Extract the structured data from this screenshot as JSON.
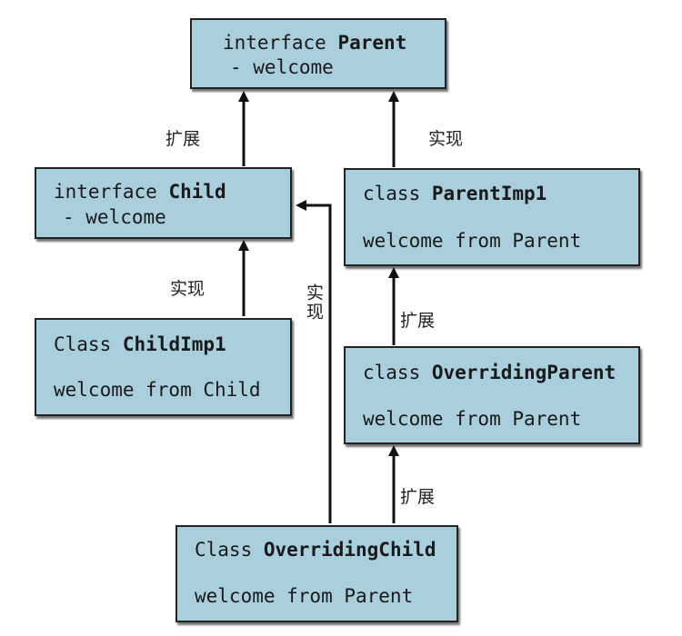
{
  "colors": {
    "box_fill": "#a9cedc",
    "border": "#222222",
    "line": "#111111"
  },
  "boxes": {
    "parent": {
      "kind": "interface",
      "name": "Parent",
      "member": "- welcome"
    },
    "child": {
      "kind": "interface",
      "name": "Child",
      "member": "- welcome"
    },
    "parent_impl": {
      "kind": "class",
      "name": "ParentImp1",
      "message": "welcome from Parent"
    },
    "child_impl": {
      "kind": "Class",
      "name": "ChildImp1",
      "message": "welcome from Child"
    },
    "overriding_parent": {
      "kind": "class",
      "name": "OverridingParent",
      "message": "welcome from Parent"
    },
    "overriding_child": {
      "kind": "Class",
      "name": "OverridingChild",
      "message": "welcome from Parent"
    }
  },
  "edge_labels": {
    "child_extends_parent": "扩展",
    "parentimpl_implements_parent": "实现",
    "childimpl_implements_child": "实现",
    "overridingchild_implements_child": "实现",
    "overridingparent_extends_parentimpl": "扩展",
    "overridingchild_extends_overridingparent": "扩展"
  }
}
